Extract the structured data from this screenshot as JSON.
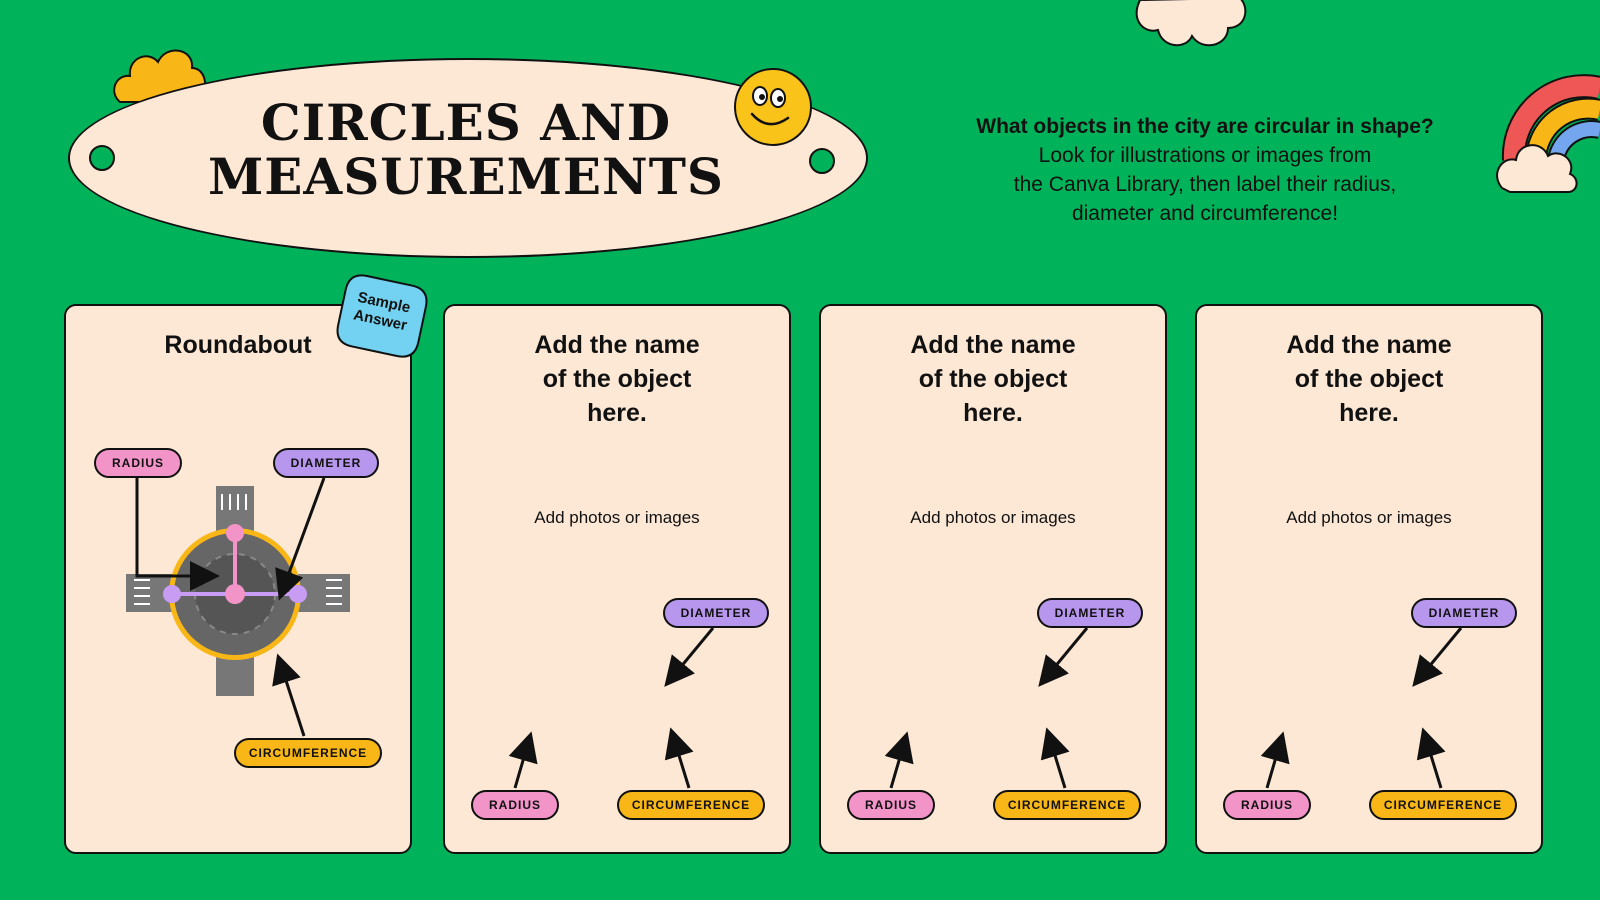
{
  "title": "CIRCLES AND\nMEASUREMENTS",
  "prompt": {
    "question": "What objects in the city are circular in shape?",
    "lines": [
      "Look for illustrations or images from",
      "the Canva Library, then label their radius,",
      "diameter and circumference!"
    ]
  },
  "badge": "Sample\nAnswer",
  "labels": {
    "radius": "RADIUS",
    "diameter": "DIAMETER",
    "circumference": "CIRCUMFERENCE"
  },
  "cards": [
    {
      "title": "Roundabout"
    },
    {
      "title": "Add the name\nof the object\nhere.",
      "note": "Add photos or images"
    },
    {
      "title": "Add the name\nof the object\nhere.",
      "note": "Add photos or images"
    },
    {
      "title": "Add the name\nof the object\nhere.",
      "note": "Add photos or images"
    }
  ],
  "colors": {
    "background": "#00b259",
    "panel": "#fde8d6",
    "radius": "#f394c9",
    "diameter": "#b796ee",
    "circumference": "#f9b717",
    "badge": "#73d2f1",
    "smiley": "#f9c31a"
  }
}
